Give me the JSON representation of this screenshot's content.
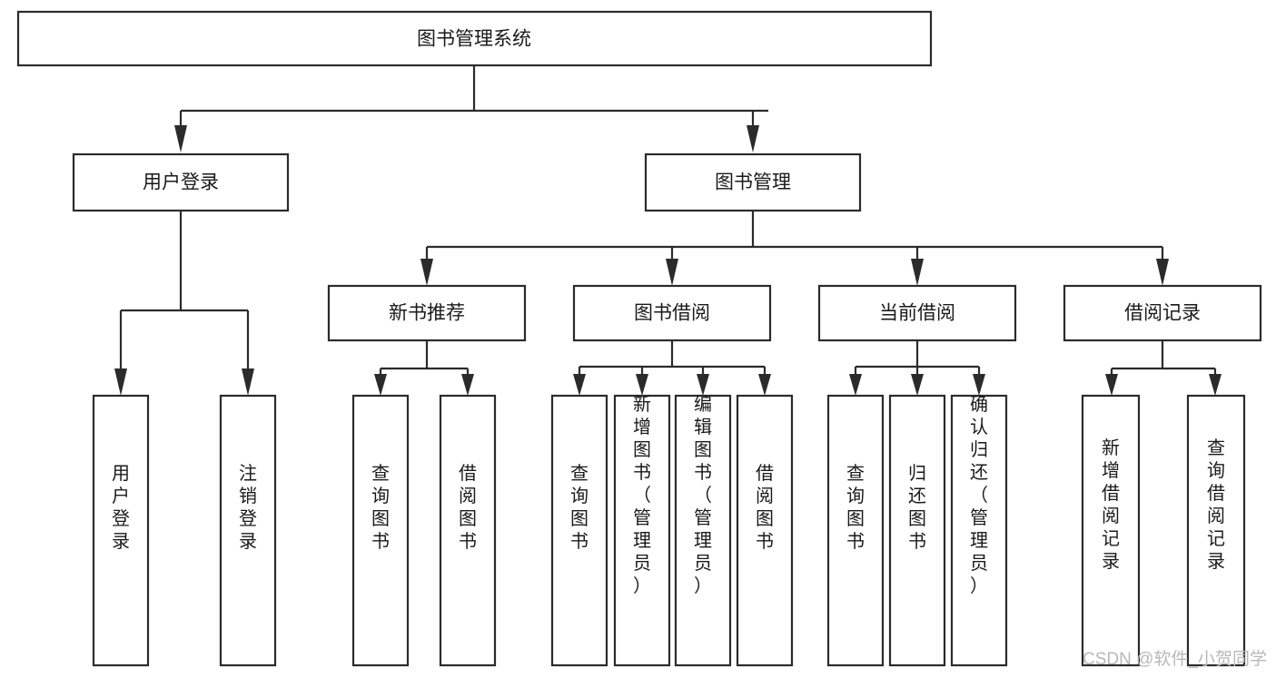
{
  "diagram": {
    "title": "图书管理系统",
    "type": "tree-structure-chart",
    "watermark": "CSDN @软件_小贺同学",
    "colors": {
      "stroke": "#2b2b2b",
      "fill": "#ffffff",
      "text": "#1a1a1a",
      "watermark": "#b8b8b8"
    },
    "root": {
      "label": "图书管理系统"
    },
    "level2": [
      {
        "label": "用户登录"
      },
      {
        "label": "图书管理"
      }
    ],
    "level3": [
      {
        "label": "新书推荐"
      },
      {
        "label": "图书借阅"
      },
      {
        "label": "当前借阅"
      },
      {
        "label": "借阅记录"
      }
    ],
    "leaves": {
      "user_login": [
        {
          "label": "用户登录"
        },
        {
          "label": "注销登录"
        }
      ],
      "new_book_recommend": [
        {
          "label": "查询图书"
        },
        {
          "label": "借阅图书"
        }
      ],
      "book_borrow": [
        {
          "label": "查询图书"
        },
        {
          "label": "新增图书（管理员）"
        },
        {
          "label": "编辑图书（管理员）"
        },
        {
          "label": "借阅图书"
        }
      ],
      "current_borrow": [
        {
          "label": "查询图书"
        },
        {
          "label": "归还图书"
        },
        {
          "label": "确认归还（管理员）"
        }
      ],
      "borrow_record": [
        {
          "label": "新增借阅记录"
        },
        {
          "label": "查询借阅记录"
        }
      ]
    }
  }
}
